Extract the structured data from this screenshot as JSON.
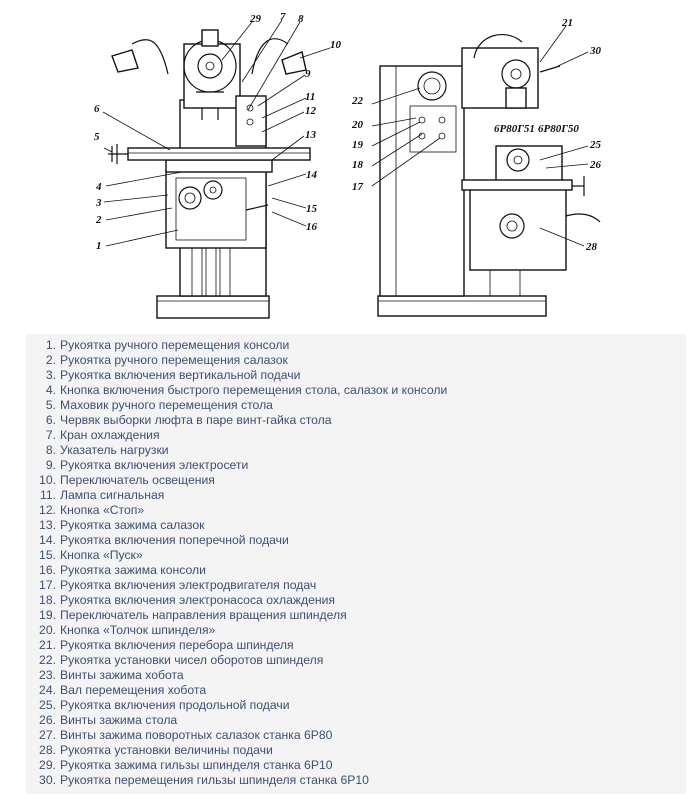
{
  "callouts": [
    "29",
    "7",
    "8",
    "10",
    "9",
    "11",
    "12",
    "6",
    "13",
    "5",
    "4",
    "3",
    "2",
    "1",
    "14",
    "15",
    "16",
    "22",
    "20",
    "19",
    "18",
    "17",
    "21",
    "30",
    "6Р80Г51",
    "6Р80Г50",
    "25",
    "26",
    "28"
  ],
  "legend": [
    {
      "num": "1.",
      "text": "Рукоятка ручного перемещения консоли"
    },
    {
      "num": "2.",
      "text": "Рукоятка ручного перемещения салазок"
    },
    {
      "num": "3.",
      "text": "Рукоятка включения вертикальной подачи"
    },
    {
      "num": "4.",
      "text": "Кнопка включения быстрого перемещения стола, салазок и консоли"
    },
    {
      "num": "5.",
      "text": "Маховик ручного перемещения стола"
    },
    {
      "num": "6.",
      "text": "Червяк выборки люфта в паре винт-гайка стола"
    },
    {
      "num": "7.",
      "text": "Кран охлаждения"
    },
    {
      "num": "8.",
      "text": "Указатель нагрузки"
    },
    {
      "num": "9.",
      "text": "Рукоятка включения электросети"
    },
    {
      "num": "10.",
      "text": "Переключатель освещения"
    },
    {
      "num": "11.",
      "text": "Лампа сигнальная"
    },
    {
      "num": "12.",
      "text": "Кнопка «Стоп»"
    },
    {
      "num": "13.",
      "text": "Рукоятка зажима салазок"
    },
    {
      "num": "14.",
      "text": "Рукоятка включения поперечной подачи"
    },
    {
      "num": "15.",
      "text": "Кнопка «Пуск»"
    },
    {
      "num": "16.",
      "text": "Рукоятка зажима консоли"
    },
    {
      "num": "17.",
      "text": "Рукоятка включения электродвигателя подач"
    },
    {
      "num": "18.",
      "text": "Рукоятка включения электронасоса охлаждения"
    },
    {
      "num": "19.",
      "text": "Переключатель направления вращения шпинделя"
    },
    {
      "num": "20.",
      "text": "Кнопка «Толчок шпинделя»"
    },
    {
      "num": "21.",
      "text": "Рукоятка включения перебора шпинделя"
    },
    {
      "num": "22.",
      "text": "Рукоятка установки чисел оборотов шпинделя"
    },
    {
      "num": "23.",
      "text": "Винты зажима хобота"
    },
    {
      "num": "24.",
      "text": "Вал перемещения хобота"
    },
    {
      "num": "25.",
      "text": "Рукоятка включения продольной подачи"
    },
    {
      "num": "26.",
      "text": "Винты зажима стола"
    },
    {
      "num": "27.",
      "text": "Винты зажима поворотных салазок станка 6Р80"
    },
    {
      "num": "28.",
      "text": "Рукоятка установки величины подачи"
    },
    {
      "num": "29.",
      "text": "Рукоятка зажима гильзы шпинделя станка 6Р10"
    },
    {
      "num": "30.",
      "text": "Рукоятка перемещения гильзы шпинделя станка 6Р10"
    }
  ]
}
